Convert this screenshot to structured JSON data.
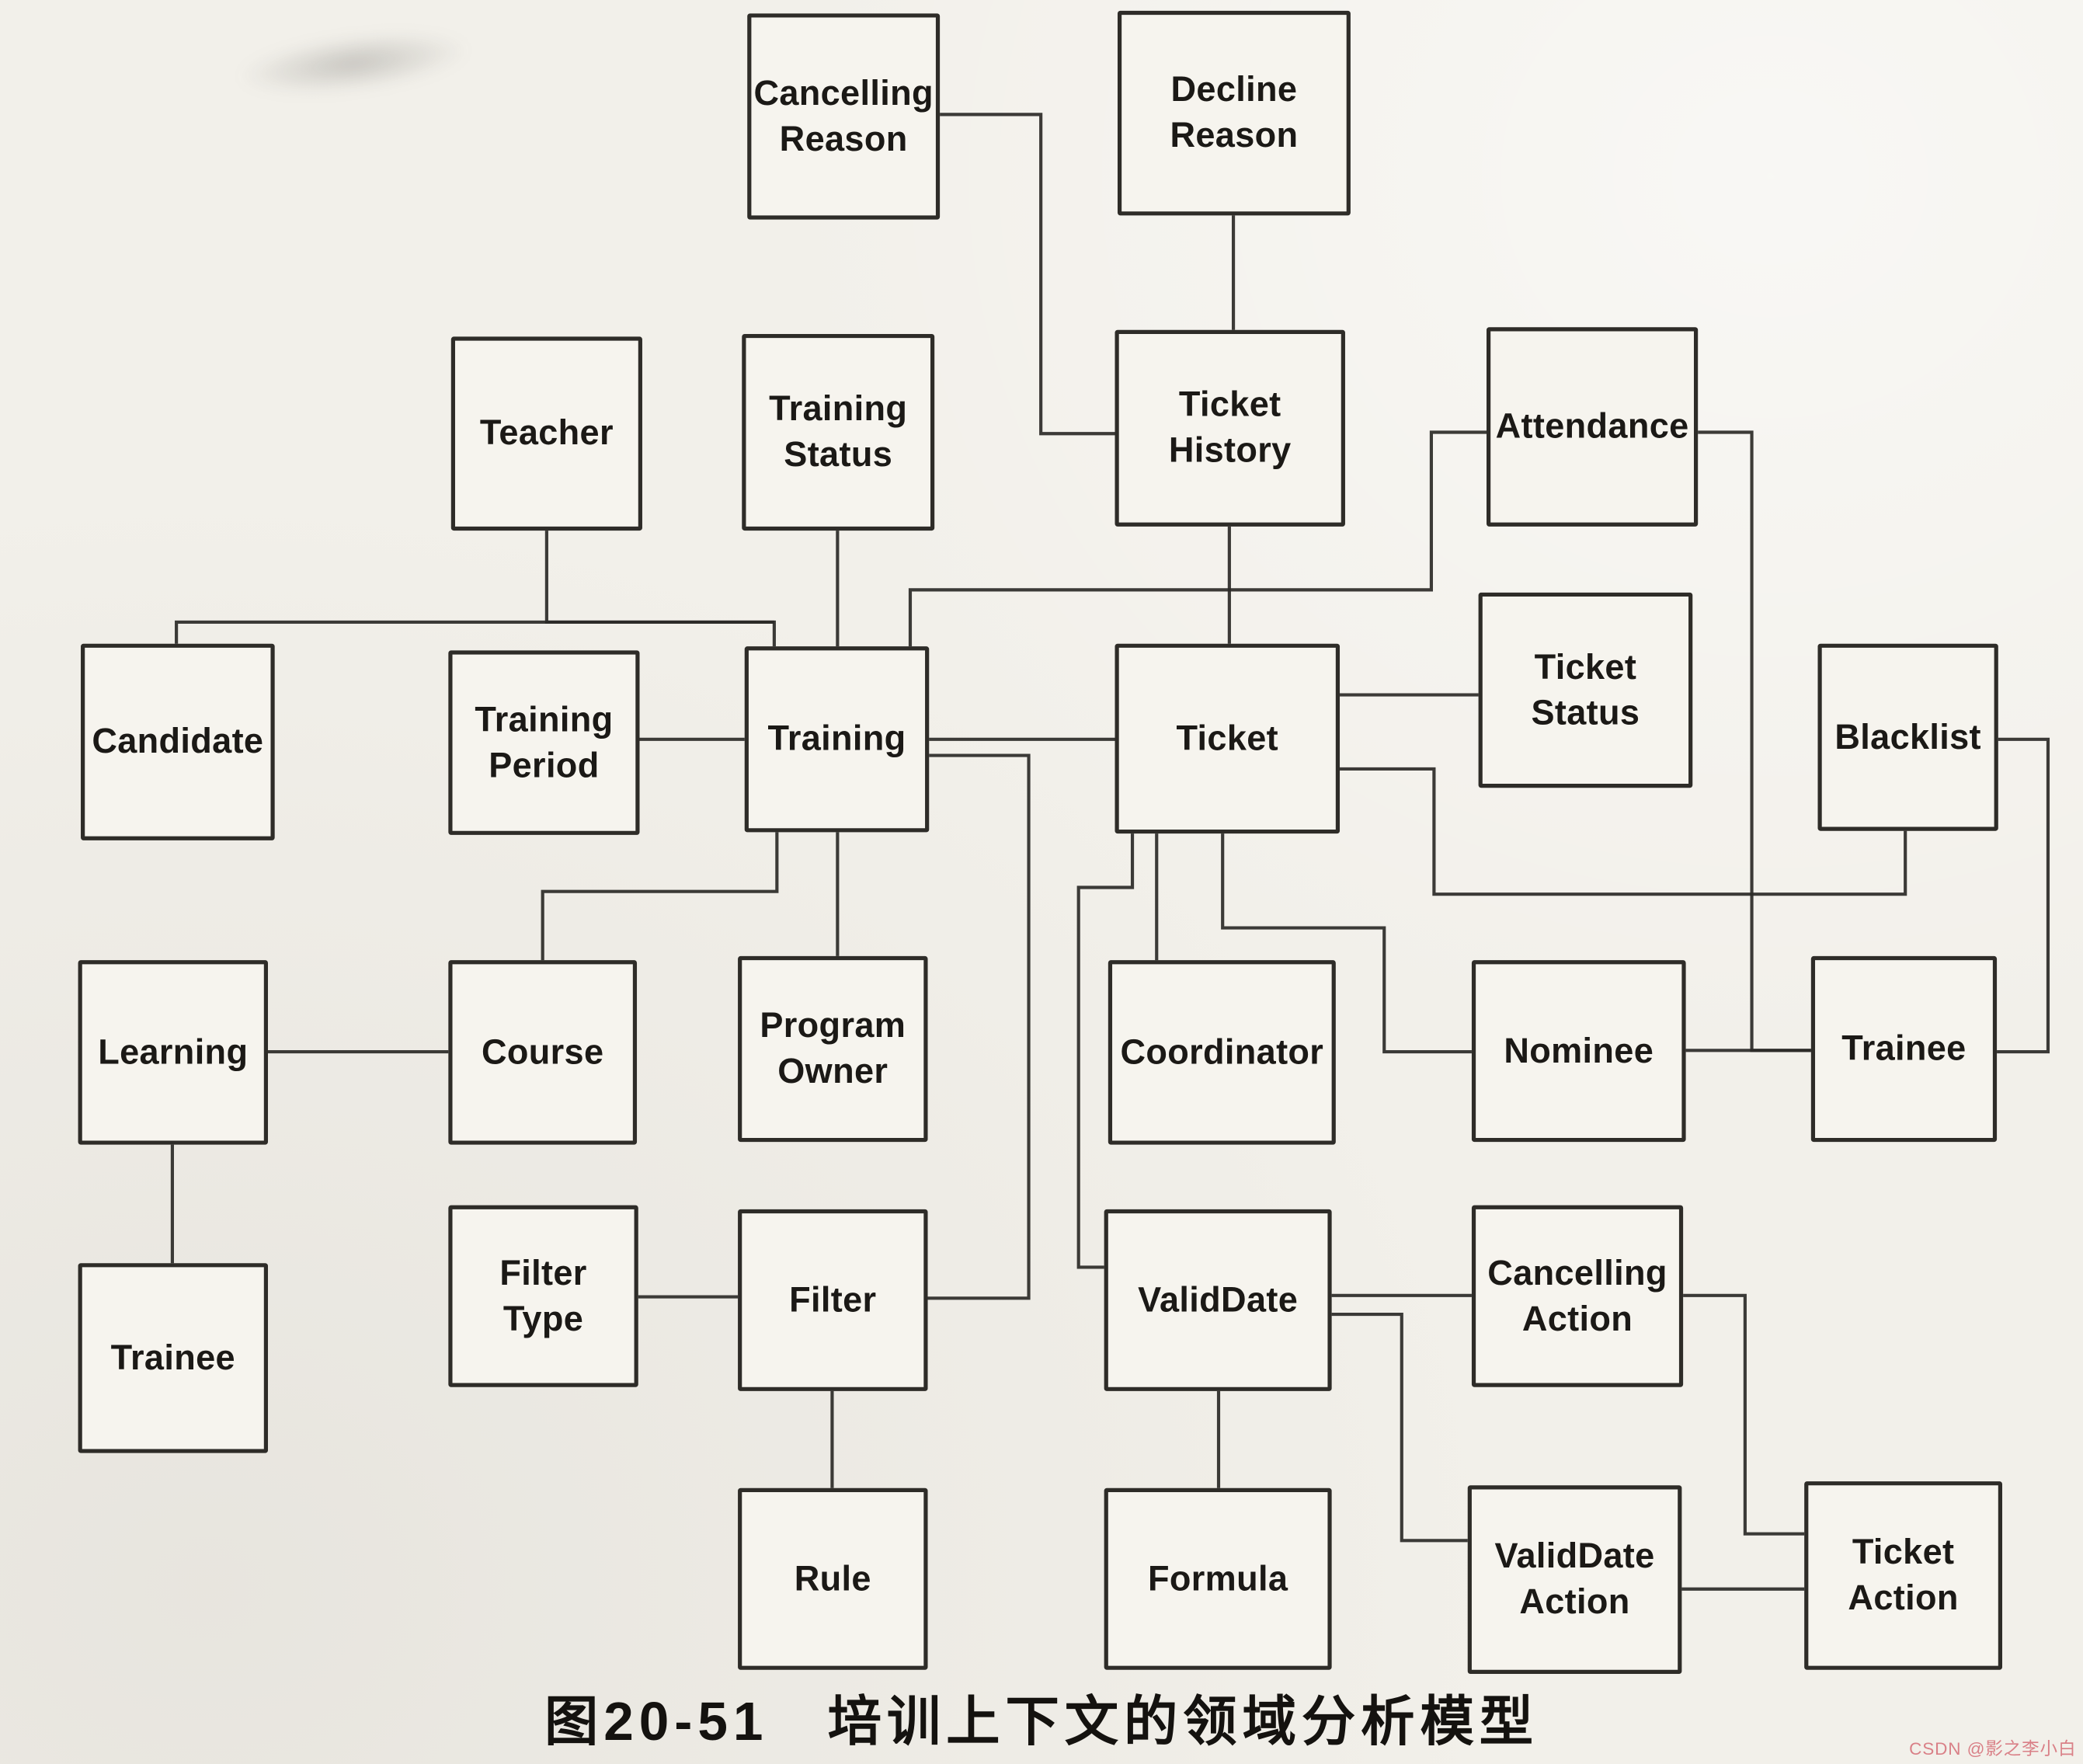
{
  "figure": {
    "caption": "图20-51　培训上下文的领域分析模型",
    "watermark": "CSDN @影之李小白"
  },
  "nodes": [
    {
      "id": "cancelling-reason",
      "label": "Cancelling\nReason"
    },
    {
      "id": "decline-reason",
      "label": "Decline\nReason"
    },
    {
      "id": "teacher",
      "label": "Teacher"
    },
    {
      "id": "training-status",
      "label": "Training\nStatus"
    },
    {
      "id": "ticket-history",
      "label": "Ticket\nHistory"
    },
    {
      "id": "attendance",
      "label": "Attendance"
    },
    {
      "id": "candidate",
      "label": "Candidate"
    },
    {
      "id": "training-period",
      "label": "Training\nPeriod"
    },
    {
      "id": "training",
      "label": "Training"
    },
    {
      "id": "ticket",
      "label": "Ticket"
    },
    {
      "id": "ticket-status",
      "label": "Ticket\nStatus"
    },
    {
      "id": "blacklist",
      "label": "Blacklist"
    },
    {
      "id": "learning",
      "label": "Learning"
    },
    {
      "id": "course",
      "label": "Course"
    },
    {
      "id": "program-owner",
      "label": "Program\nOwner"
    },
    {
      "id": "coordinator",
      "label": "Coordinator"
    },
    {
      "id": "nominee",
      "label": "Nominee"
    },
    {
      "id": "trainee-right",
      "label": "Trainee"
    },
    {
      "id": "trainee-left",
      "label": "Trainee"
    },
    {
      "id": "filter-type",
      "label": "Filter\nType"
    },
    {
      "id": "filter",
      "label": "Filter"
    },
    {
      "id": "valid-date",
      "label": "ValidDate"
    },
    {
      "id": "cancelling-action",
      "label": "Cancelling\nAction"
    },
    {
      "id": "rule",
      "label": "Rule"
    },
    {
      "id": "formula",
      "label": "Formula"
    },
    {
      "id": "valid-date-action",
      "label": "ValidDate\nAction"
    },
    {
      "id": "ticket-action",
      "label": "Ticket\nAction"
    }
  ],
  "edges": [
    {
      "from": "cancelling-reason",
      "to": "ticket-history"
    },
    {
      "from": "decline-reason",
      "to": "ticket-history"
    },
    {
      "from": "ticket-history",
      "to": "ticket"
    },
    {
      "from": "teacher",
      "to": "training"
    },
    {
      "from": "candidate",
      "to": "training"
    },
    {
      "from": "training-status",
      "to": "training"
    },
    {
      "from": "training-period",
      "to": "training"
    },
    {
      "from": "training",
      "to": "ticket"
    },
    {
      "from": "training",
      "to": "course"
    },
    {
      "from": "training",
      "to": "program-owner"
    },
    {
      "from": "training",
      "to": "attendance"
    },
    {
      "from": "training",
      "to": "filter"
    },
    {
      "from": "course",
      "to": "learning"
    },
    {
      "from": "learning",
      "to": "trainee-left"
    },
    {
      "from": "filter-type",
      "to": "filter"
    },
    {
      "from": "filter",
      "to": "rule"
    },
    {
      "from": "ticket",
      "to": "valid-date"
    },
    {
      "from": "ticket",
      "to": "coordinator"
    },
    {
      "from": "ticket",
      "to": "nominee"
    },
    {
      "from": "ticket",
      "to": "ticket-status"
    },
    {
      "from": "ticket",
      "to": "blacklist"
    },
    {
      "from": "attendance",
      "to": "trainee-right"
    },
    {
      "from": "nominee",
      "to": "trainee-right"
    },
    {
      "from": "blacklist",
      "to": "trainee-right"
    },
    {
      "from": "valid-date",
      "to": "formula"
    },
    {
      "from": "valid-date",
      "to": "cancelling-action"
    },
    {
      "from": "valid-date",
      "to": "valid-date-action"
    },
    {
      "from": "cancelling-action",
      "to": "ticket-action"
    },
    {
      "from": "valid-date-action",
      "to": "ticket-action"
    }
  ]
}
